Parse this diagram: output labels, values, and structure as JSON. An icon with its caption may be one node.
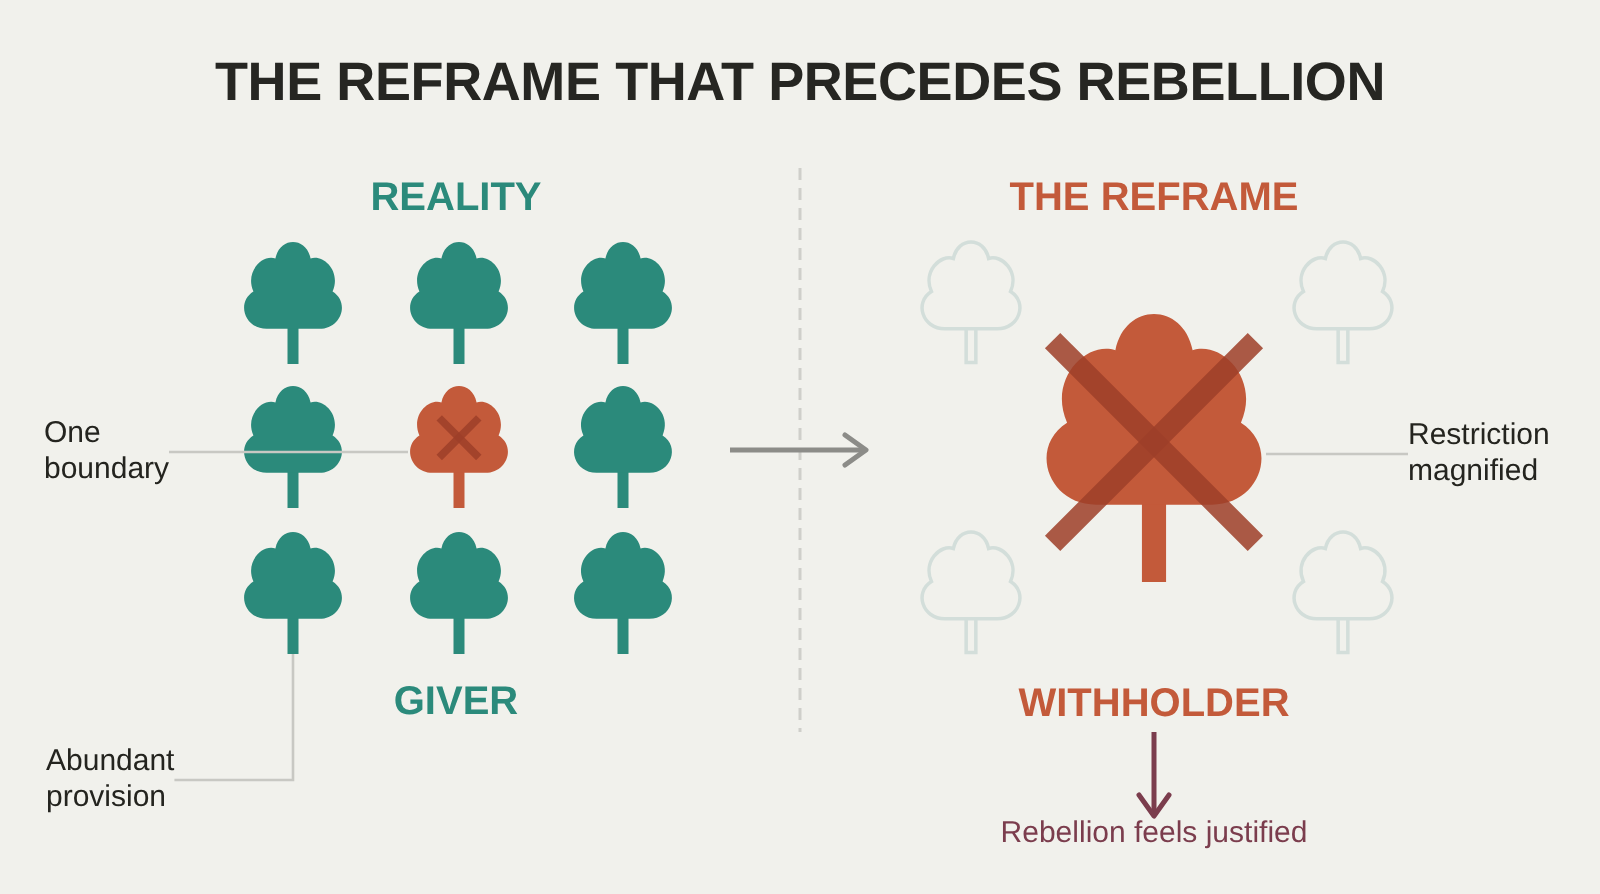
{
  "diagram": {
    "title": "THE REFRAME THAT PRECEDES REBELLION",
    "nodes": [
      {
        "text": [
          "REALITY",
          "GIVER"
        ]
      },
      {
        "text": [],
        "shape": "tree",
        "in": 0
      },
      {
        "text": [],
        "shape": "tree",
        "in": 0
      },
      {
        "text": [],
        "shape": "tree",
        "in": 0
      },
      {
        "text": [],
        "shape": "tree",
        "in": 0
      },
      {
        "text": [],
        "shape": "tree",
        "in": 0
      },
      {
        "text": [],
        "shape": "tree",
        "in": 0
      },
      {
        "text": [],
        "shape": "tree",
        "in": 0
      },
      {
        "text": [],
        "shape": "tree",
        "in": 0
      },
      {
        "text": [],
        "shape": "tree",
        "in": 0
      },
      {
        "text": [
          "One boundary"
        ]
      },
      {
        "text": [
          "Abundant provision"
        ]
      },
      {
        "text": [
          "THE REFRAME",
          "WITHHOLDER"
        ]
      },
      {
        "text": [],
        "shape": "tree",
        "in": 12
      },
      {
        "text": [],
        "shape": "tree",
        "in": 12
      },
      {
        "text": [],
        "shape": "tree",
        "in": 12
      },
      {
        "text": [],
        "shape": "tree",
        "in": 12
      },
      {
        "text": [],
        "shape": "tree",
        "in": 12
      },
      {
        "text": [
          "Restriction magnified"
        ]
      },
      {
        "text": [
          "Rebellion feels justified"
        ]
      }
    ],
    "edges": [
      {
        "from": 10,
        "to": 5,
        "arrow": "none"
      },
      {
        "from": 11,
        "to": 7,
        "arrow": "none"
      },
      {
        "from": 0,
        "to": 12,
        "arrow": "to",
        "color": "#8c8c88"
      },
      {
        "from": 18,
        "to": 15,
        "arrow": "none"
      },
      {
        "from": 12,
        "to": 19,
        "arrow": "to",
        "color": "#7b3d4d"
      }
    ]
  }
}
